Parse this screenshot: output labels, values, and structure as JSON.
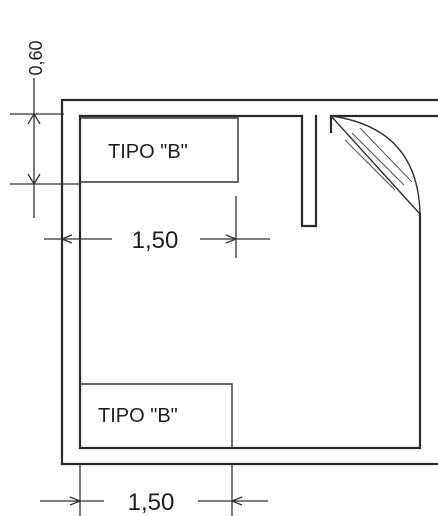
{
  "labels": {
    "bench_top": "TIPO \"B\"",
    "bench_bottom": "TIPO \"B\""
  },
  "dimensions": {
    "vertical_top": "0,60",
    "horizontal_top": "1,50",
    "horizontal_bottom": "1,50"
  },
  "colors": {
    "line": "#2a2a2a",
    "background": "#ffffff"
  }
}
